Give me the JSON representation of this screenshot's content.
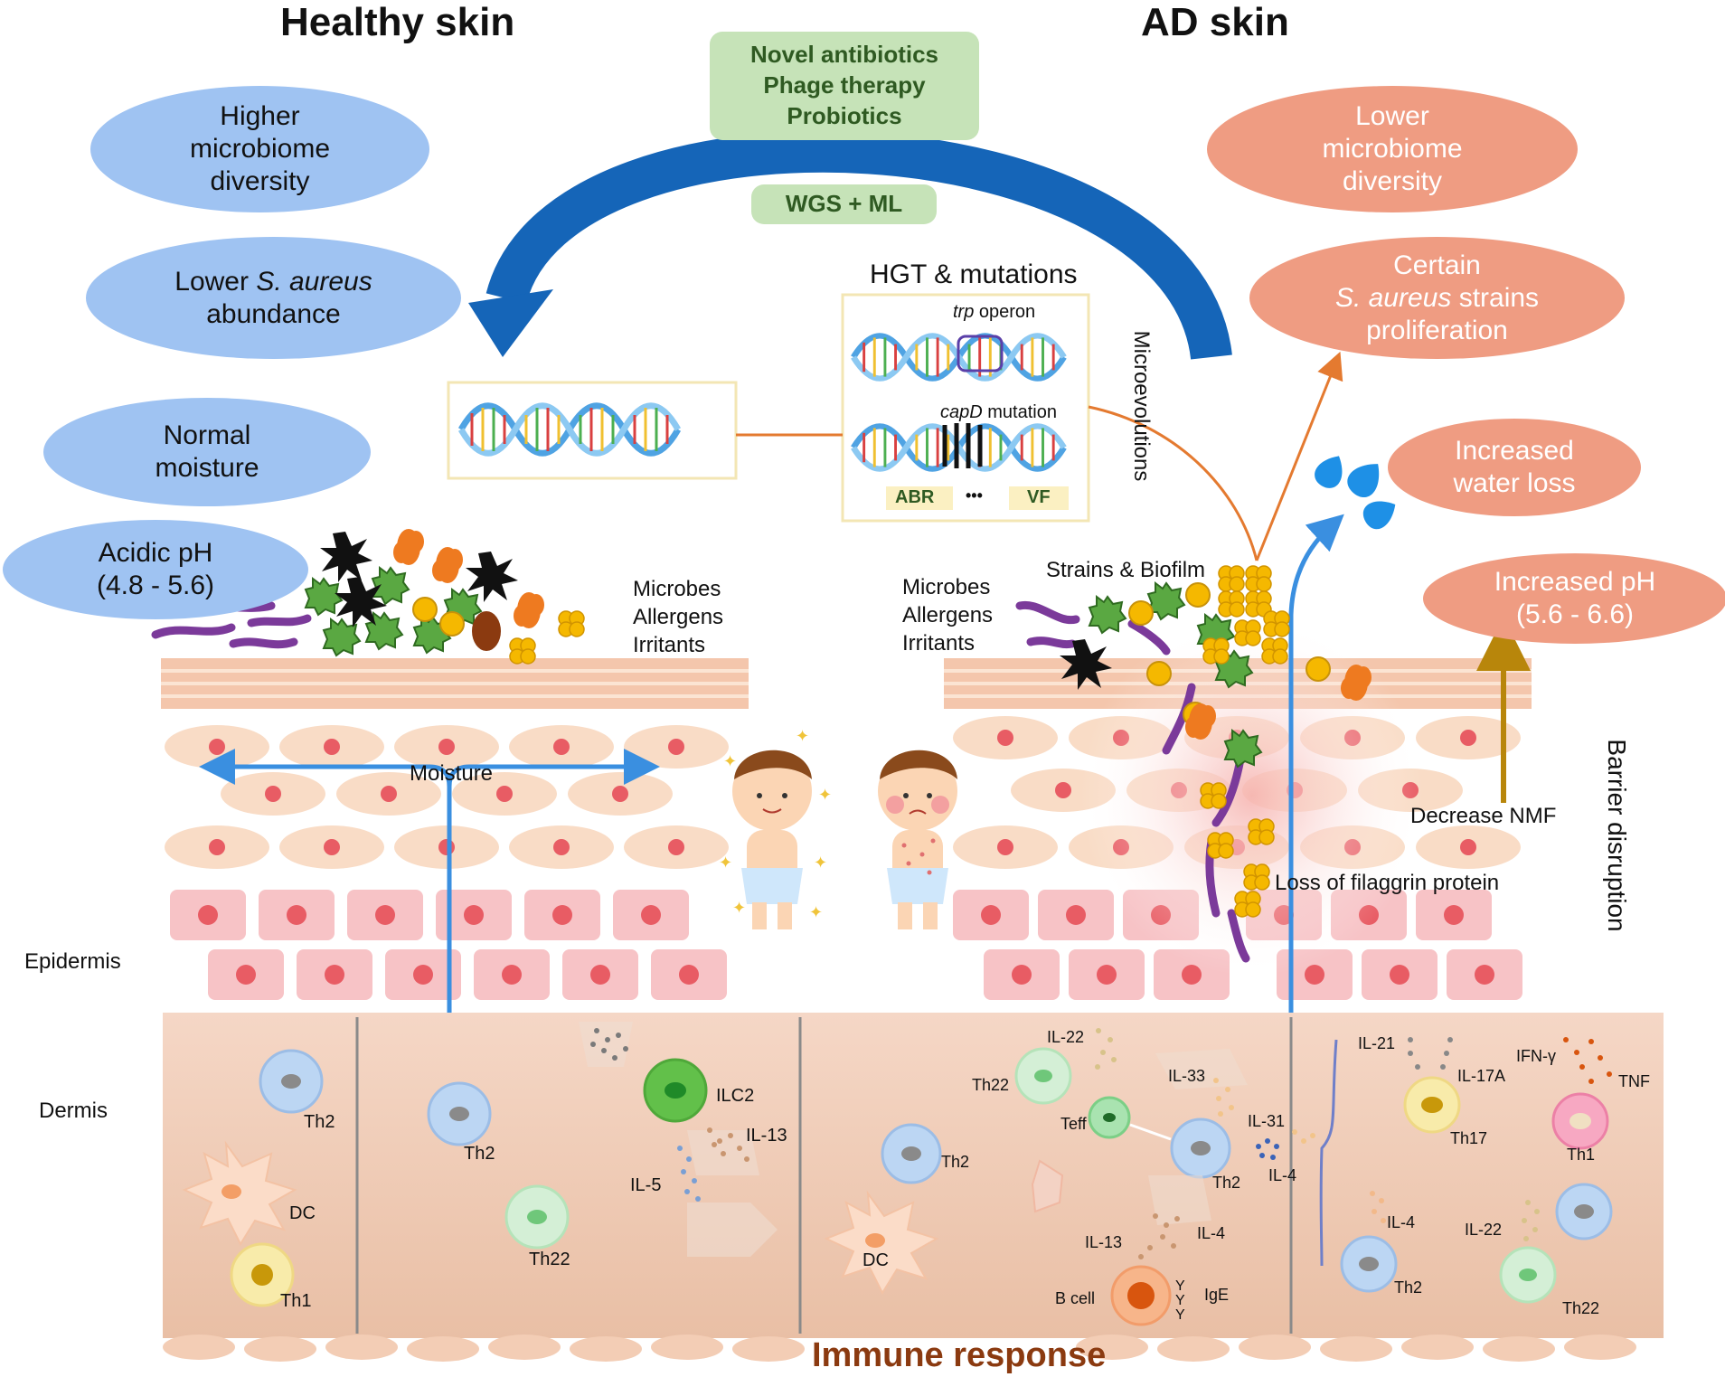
{
  "titles": {
    "healthy": "Healthy skin",
    "ad": "AD skin"
  },
  "healthy_ovals": {
    "diversity": [
      "Higher",
      "microbiome",
      "diversity"
    ],
    "aureus_pre": "Lower ",
    "aureus_species": "S. aureus",
    "aureus_post": "abundance",
    "moisture": [
      "Normal",
      "moisture"
    ],
    "ph": [
      "Acidic pH",
      "(4.8 - 5.6)"
    ]
  },
  "ad_ovals": {
    "diversity": [
      "Lower",
      "microbiome",
      "diversity"
    ],
    "strains_pre": "Certain",
    "strains_species": "S. aureus",
    "strains_post": " strains",
    "strains_last": "proliferation",
    "water": [
      "Increased",
      "water loss"
    ],
    "ph": [
      "Increased pH",
      "(5.6 - 6.6)"
    ]
  },
  "therapy": [
    "Novel antibiotics",
    "Phage therapy",
    "Probiotics"
  ],
  "wgs": "WGS + ML",
  "hgt": {
    "title": "HGT & mutations",
    "trp_italic": "trp",
    "trp_rest": " operon",
    "capd_italic": "capD",
    "capd_rest": " mutation",
    "abr": "ABR",
    "dots": "•••",
    "vf": "VF",
    "side": "Microevolutions"
  },
  "skin_labels": {
    "microbes_healthy": [
      "Microbes",
      "Allergens",
      "Irritants"
    ],
    "microbes_ad": [
      "Microbes",
      "Allergens",
      "Irritants"
    ],
    "strains": "Strains & Biofilm",
    "moisture": "Moisture",
    "decrease_nmf": "Decrease NMF",
    "filaggrin": "Loss of filaggrin protein",
    "barrier": "Barrier disruption",
    "epidermis": "Epidermis",
    "dermis": "Dermis",
    "immune": "Immune response"
  },
  "cells": {
    "th2_a": "Th2",
    "dc_a": "DC",
    "th1_a": "Th1",
    "th2_b": "Th2",
    "th22_b": "Th22",
    "ilc2": "ILC2",
    "il13_b": "IL-13",
    "il5": "IL-5",
    "il22_c": "IL-22",
    "th22_c": "Th22",
    "il33": "IL-33",
    "teff": "Teff",
    "th2_c1": "Th2",
    "il31": "IL-31",
    "th2_c2": "Th2",
    "il4_c": "IL-4",
    "dc_c": "DC",
    "il13_c": "IL-13",
    "il4_c2": "IL-4",
    "bcell": "B cell",
    "ige": "IgE",
    "y_marks": "Y Y Y",
    "il21": "IL-21",
    "il17a": "IL-17A",
    "ifng": "IFN-γ",
    "tnf": "TNF",
    "th17": "Th17",
    "th1_d": "Th1",
    "il4_d": "IL-4",
    "il22_d": "IL-22",
    "th2_d": "Th2",
    "th22_d": "Th22"
  },
  "colors": {
    "healthy": "#9fc3f2",
    "ad": "#ef9c82",
    "therapy": "#c6e3b8",
    "arrow": "#1565b8"
  }
}
